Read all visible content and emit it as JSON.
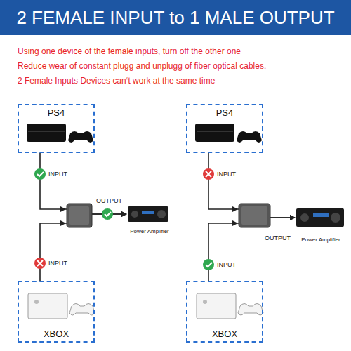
{
  "diagram": {
    "title": "2 FEMALE INPUT to 1 MALE OUTPUT",
    "nodes": [
      {
        "text": [
          "PS4"
        ]
      },
      {
        "text": [
          "PS4"
        ]
      },
      {
        "text": [
          "Power Amplifier"
        ]
      },
      {
        "text": [
          "Power Amplifier"
        ]
      },
      {
        "text": [
          "XBOX"
        ]
      },
      {
        "text": [
          "XBOX"
        ]
      }
    ],
    "edges": [
      {
        "from": 0,
        "to": 2,
        "label": "INPUT",
        "arrow": "to"
      },
      {
        "from": 4,
        "to": 2,
        "label": "INPUT",
        "arrow": "to"
      },
      {
        "from": 1,
        "to": 3,
        "label": "INPUT",
        "arrow": "to"
      },
      {
        "from": 5,
        "to": 3,
        "label": "INPUT",
        "arrow": "to"
      }
    ],
    "labels": [
      "Using one device of the female inputs, turn off the other one",
      "Reduce wear of constant plugg and unplugg of fiber optical cables.",
      "2 Female Inputs Devices can‘t work at the same time",
      "OUTPUT",
      "OUTPUT"
    ]
  }
}
